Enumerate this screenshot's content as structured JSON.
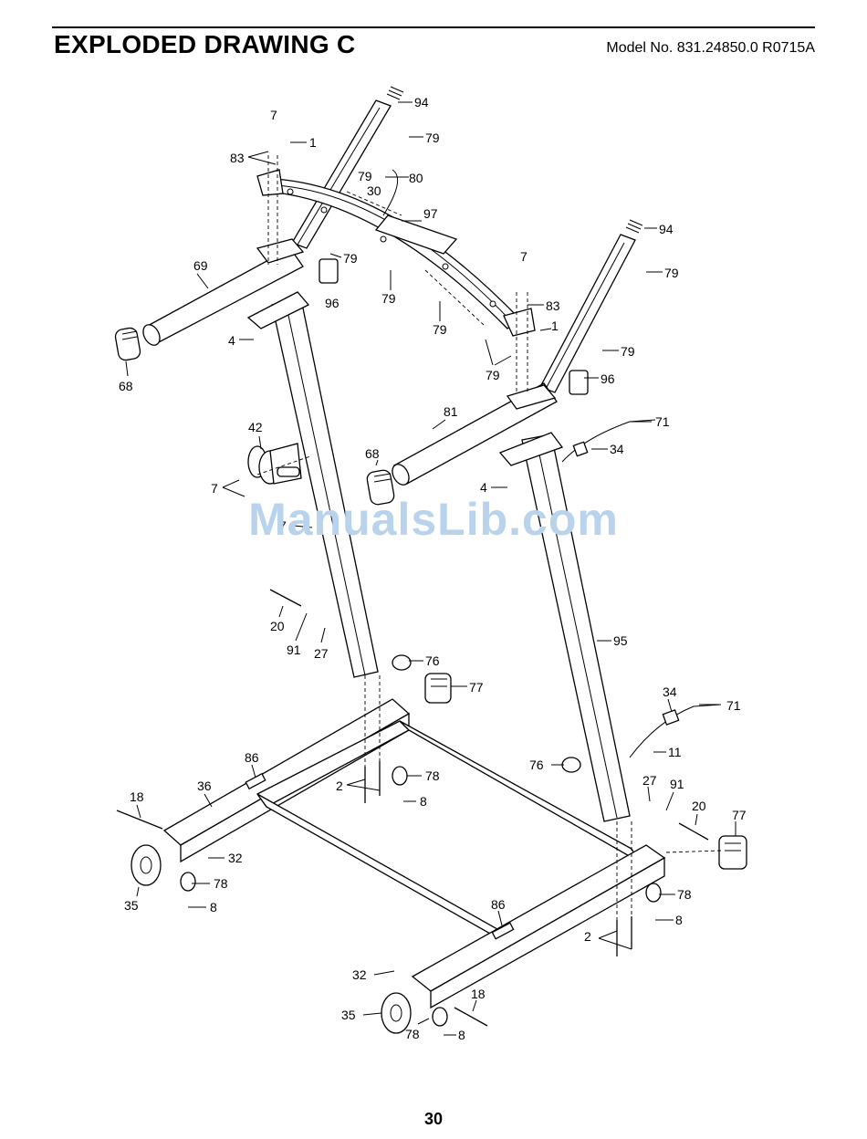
{
  "header": {
    "title": "EXPLODED DRAWING C",
    "model": "Model No. 831.24850.0 R0715A"
  },
  "watermark": "ManualsLib.com",
  "page_number": "30",
  "callouts": [
    {
      "id": "c94a",
      "text": "94"
    },
    {
      "id": "c79a",
      "text": "79"
    },
    {
      "id": "c7a",
      "text": "7"
    },
    {
      "id": "c1a",
      "text": "1"
    },
    {
      "id": "c83a",
      "text": "83"
    },
    {
      "id": "c79b",
      "text": "79"
    },
    {
      "id": "c30",
      "text": "30"
    },
    {
      "id": "c80",
      "text": "80"
    },
    {
      "id": "c97",
      "text": "97"
    },
    {
      "id": "c69",
      "text": "69"
    },
    {
      "id": "c79c",
      "text": "79"
    },
    {
      "id": "c96a",
      "text": "96"
    },
    {
      "id": "c79d",
      "text": "79"
    },
    {
      "id": "c79e",
      "text": "79"
    },
    {
      "id": "c94b",
      "text": "94"
    },
    {
      "id": "c79f",
      "text": "79"
    },
    {
      "id": "c7b",
      "text": "7"
    },
    {
      "id": "c83b",
      "text": "83"
    },
    {
      "id": "c1b",
      "text": "1"
    },
    {
      "id": "c79g",
      "text": "79"
    },
    {
      "id": "c79h",
      "text": "79"
    },
    {
      "id": "c96b",
      "text": "96"
    },
    {
      "id": "c4a",
      "text": "4"
    },
    {
      "id": "c68a",
      "text": "68"
    },
    {
      "id": "c42",
      "text": "42"
    },
    {
      "id": "c7c",
      "text": "7"
    },
    {
      "id": "c81",
      "text": "81"
    },
    {
      "id": "c71a",
      "text": "71"
    },
    {
      "id": "c34a",
      "text": "34"
    },
    {
      "id": "c68b",
      "text": "68"
    },
    {
      "id": "c4b",
      "text": "4"
    },
    {
      "id": "c7d",
      "text": "7"
    },
    {
      "id": "c20a",
      "text": "20"
    },
    {
      "id": "c91a",
      "text": "91"
    },
    {
      "id": "c27a",
      "text": "27"
    },
    {
      "id": "c76a",
      "text": "76"
    },
    {
      "id": "c77a",
      "text": "77"
    },
    {
      "id": "c95",
      "text": "95"
    },
    {
      "id": "c34b",
      "text": "34"
    },
    {
      "id": "c71b",
      "text": "71"
    },
    {
      "id": "c11",
      "text": "11"
    },
    {
      "id": "c76b",
      "text": "76"
    },
    {
      "id": "c86a",
      "text": "86"
    },
    {
      "id": "c36",
      "text": "36"
    },
    {
      "id": "c2a",
      "text": "2"
    },
    {
      "id": "c78a",
      "text": "78"
    },
    {
      "id": "c8a",
      "text": "8"
    },
    {
      "id": "c27b",
      "text": "27"
    },
    {
      "id": "c91b",
      "text": "91"
    },
    {
      "id": "c20b",
      "text": "20"
    },
    {
      "id": "c77b",
      "text": "77"
    },
    {
      "id": "c18a",
      "text": "18"
    },
    {
      "id": "c32a",
      "text": "32"
    },
    {
      "id": "c78b",
      "text": "78"
    },
    {
      "id": "c35a",
      "text": "35"
    },
    {
      "id": "c8b",
      "text": "8"
    },
    {
      "id": "c86b",
      "text": "86"
    },
    {
      "id": "c78c",
      "text": "78"
    },
    {
      "id": "c8c",
      "text": "8"
    },
    {
      "id": "c2b",
      "text": "2"
    },
    {
      "id": "c32b",
      "text": "32"
    },
    {
      "id": "c18b",
      "text": "18"
    },
    {
      "id": "c35b",
      "text": "35"
    },
    {
      "id": "c78d",
      "text": "78"
    },
    {
      "id": "c8d",
      "text": "8"
    }
  ]
}
